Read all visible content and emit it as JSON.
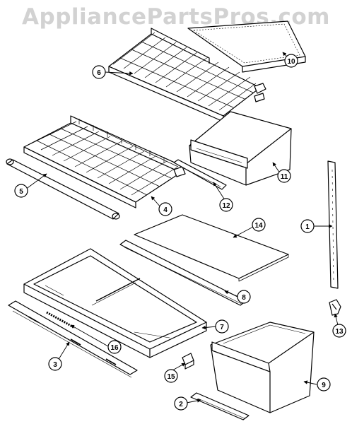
{
  "watermark": "AppliancePartsPros.com",
  "callouts": [
    {
      "id": "c1",
      "label": "1"
    },
    {
      "id": "c2",
      "label": "2"
    },
    {
      "id": "c3",
      "label": "3"
    },
    {
      "id": "c4",
      "label": "4"
    },
    {
      "id": "c5",
      "label": "5"
    },
    {
      "id": "c6",
      "label": "6"
    },
    {
      "id": "c7",
      "label": "7"
    },
    {
      "id": "c8",
      "label": "8"
    },
    {
      "id": "c9",
      "label": "9"
    },
    {
      "id": "c10",
      "label": "10"
    },
    {
      "id": "c11",
      "label": "11"
    },
    {
      "id": "c12",
      "label": "12"
    },
    {
      "id": "c13",
      "label": "13"
    },
    {
      "id": "c14",
      "label": "14"
    },
    {
      "id": "c15",
      "label": "15"
    },
    {
      "id": "c16",
      "label": "16"
    }
  ]
}
